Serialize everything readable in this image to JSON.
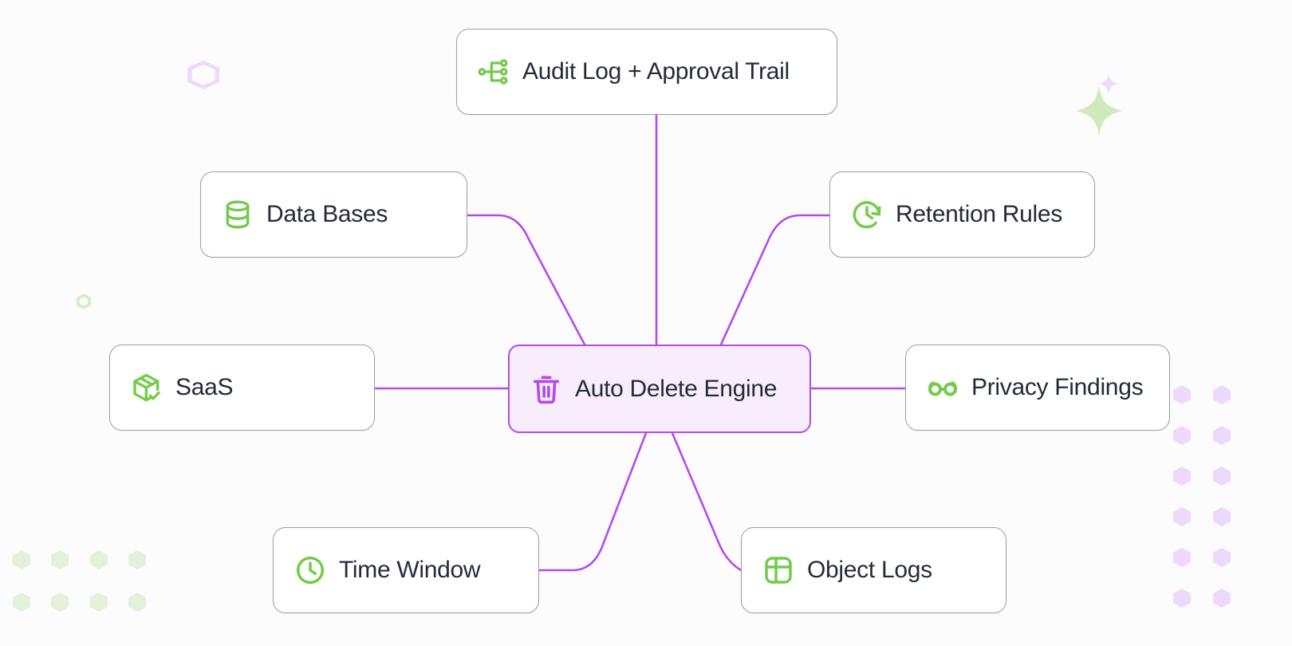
{
  "diagram": {
    "type": "radial-hub-and-spoke",
    "title": "Auto Delete Engine",
    "background_color": "#fcfcfd",
    "accent_purple": "#b44bea",
    "accent_green": "#72c champion"
  },
  "theme": {
    "node_border": "#9aa0a6",
    "node_fill": "#ffffff",
    "center_fill": "#f8edfd",
    "center_border": "#b44bea",
    "edge_color": "#b44bea",
    "icon_green": "#74cb4a",
    "icon_purple": "#b44bea",
    "text_color": "#232b3a",
    "deco_purple": "#ecd9fb",
    "deco_green": "#e4f0da"
  },
  "center_node": {
    "id": "auto-delete-engine",
    "label": "Auto Delete Engine",
    "icon": "trash-icon",
    "icon_color": "#b44bea"
  },
  "nodes": [
    {
      "id": "audit-log-approval-trail",
      "label": "Audit Log + Approval Trail",
      "icon": "network-nodes-icon",
      "icon_color": "#74cb4a",
      "position": "top"
    },
    {
      "id": "data-bases",
      "label": "Data Bases",
      "icon": "database-icon",
      "icon_color": "#74cb4a",
      "position": "top-left"
    },
    {
      "id": "saas",
      "label": "SaaS",
      "icon": "package-check-icon",
      "icon_color": "#74cb4a",
      "position": "left"
    },
    {
      "id": "time-window",
      "label": "Time Window",
      "icon": "clock-icon",
      "icon_color": "#74cb4a",
      "position": "bottom-left"
    },
    {
      "id": "retention-rules",
      "label": "Retention Rules",
      "icon": "clock-rotate-icon",
      "icon_color": "#74cb4a",
      "position": "top-right"
    },
    {
      "id": "privacy-findings",
      "label": "Privacy Findings",
      "icon": "glasses-icon",
      "icon_color": "#74cb4a",
      "position": "right"
    },
    {
      "id": "object-logs",
      "label": "Object Logs",
      "icon": "table-grid-icon",
      "icon_color": "#74cb4a",
      "position": "bottom-right"
    }
  ],
  "edges": [
    {
      "from": "audit-log-approval-trail",
      "to": "auto-delete-engine"
    },
    {
      "from": "data-bases",
      "to": "auto-delete-engine"
    },
    {
      "from": "saas",
      "to": "auto-delete-engine"
    },
    {
      "from": "time-window",
      "to": "auto-delete-engine"
    },
    {
      "from": "retention-rules",
      "to": "auto-delete-engine"
    },
    {
      "from": "privacy-findings",
      "to": "auto-delete-engine"
    },
    {
      "from": "object-logs",
      "to": "auto-delete-engine"
    }
  ]
}
